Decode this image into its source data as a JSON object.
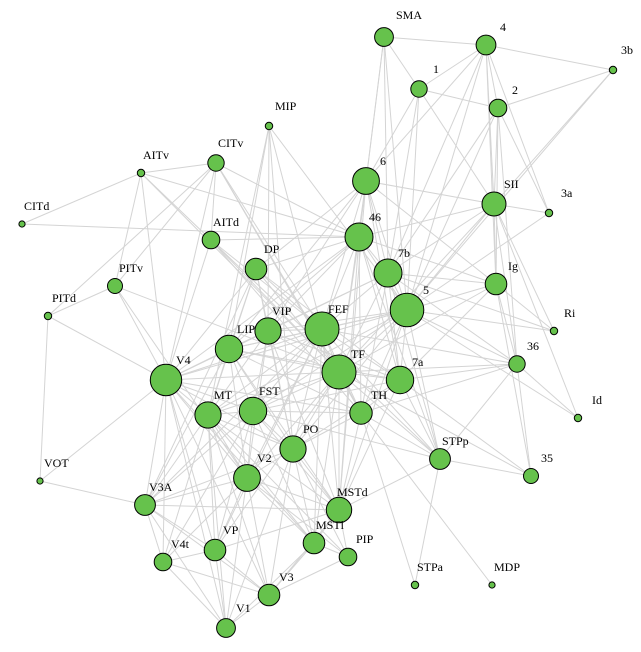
{
  "colors": {
    "node_fill": "#66c24c",
    "node_stroke": "#000000",
    "edge": "#d4d4d4",
    "label": "#000000"
  },
  "nodes": [
    {
      "id": "SMA",
      "label": "SMA",
      "degree": 6
    },
    {
      "id": "4",
      "label": "4",
      "degree": 7
    },
    {
      "id": "3b",
      "label": "3b",
      "degree": 2
    },
    {
      "id": "1",
      "label": "1",
      "degree": 4
    },
    {
      "id": "2",
      "label": "2",
      "degree": 5
    },
    {
      "id": "MIP",
      "label": "MIP",
      "degree": 2
    },
    {
      "id": "6",
      "label": "6",
      "degree": 16
    },
    {
      "id": "SII",
      "label": "SII",
      "degree": 12
    },
    {
      "id": "3a",
      "label": "3a",
      "degree": 2
    },
    {
      "id": "AITv",
      "label": "AITv",
      "degree": 2
    },
    {
      "id": "CITv",
      "label": "CITv",
      "degree": 4
    },
    {
      "id": "CITd",
      "label": "CITd",
      "degree": 1
    },
    {
      "id": "AITd",
      "label": "AITd",
      "degree": 5
    },
    {
      "id": "46",
      "label": "46",
      "degree": 18
    },
    {
      "id": "DP",
      "label": "DP",
      "degree": 9
    },
    {
      "id": "7b",
      "label": "7b",
      "degree": 18
    },
    {
      "id": "Ig",
      "label": "Ig",
      "degree": 9
    },
    {
      "id": "PITv",
      "label": "PITv",
      "degree": 3
    },
    {
      "id": "PITd",
      "label": "PITd",
      "degree": 2
    },
    {
      "id": "5",
      "label": "5",
      "degree": 28
    },
    {
      "id": "Ri",
      "label": "Ri",
      "degree": 2
    },
    {
      "id": "VIP",
      "label": "VIP",
      "degree": 15
    },
    {
      "id": "FEF",
      "label": "FEF",
      "degree": 30
    },
    {
      "id": "LIP",
      "label": "LIP",
      "degree": 17
    },
    {
      "id": "36",
      "label": "36",
      "degree": 4
    },
    {
      "id": "V4",
      "label": "V4",
      "degree": 24
    },
    {
      "id": "TF",
      "label": "TF",
      "degree": 29
    },
    {
      "id": "7a",
      "label": "7a",
      "degree": 17
    },
    {
      "id": "MT",
      "label": "MT",
      "degree": 15
    },
    {
      "id": "FST",
      "label": "FST",
      "degree": 17
    },
    {
      "id": "TH",
      "label": "TH",
      "degree": 10
    },
    {
      "id": "Id",
      "label": "Id",
      "degree": 2
    },
    {
      "id": "PO",
      "label": "PO",
      "degree": 15
    },
    {
      "id": "STPp",
      "label": "STPp",
      "degree": 8
    },
    {
      "id": "VOT",
      "label": "VOT",
      "degree": 1
    },
    {
      "id": "V2",
      "label": "V2",
      "degree": 16
    },
    {
      "id": "35",
      "label": "35",
      "degree": 3
    },
    {
      "id": "V3A",
      "label": "V3A",
      "degree": 8
    },
    {
      "id": "MSTd",
      "label": "MSTd",
      "degree": 14
    },
    {
      "id": "MSTl",
      "label": "MSTl",
      "degree": 9
    },
    {
      "id": "V4t",
      "label": "V4t",
      "degree": 5
    },
    {
      "id": "VP",
      "label": "VP",
      "degree": 9
    },
    {
      "id": "PIP",
      "label": "PIP",
      "degree": 5
    },
    {
      "id": "STPa",
      "label": "STPa",
      "degree": 2
    },
    {
      "id": "MDP",
      "label": "MDP",
      "degree": 1
    },
    {
      "id": "V3",
      "label": "V3",
      "degree": 9
    },
    {
      "id": "V1",
      "label": "V1",
      "degree": 6
    }
  ],
  "edges": [
    [
      "SMA",
      "6"
    ],
    [
      "SMA",
      "5"
    ],
    [
      "SMA",
      "7b"
    ],
    [
      "SMA",
      "46"
    ],
    [
      "SMA",
      "4"
    ],
    [
      "SMA",
      "1"
    ],
    [
      "4",
      "1"
    ],
    [
      "4",
      "2"
    ],
    [
      "4",
      "3b"
    ],
    [
      "4",
      "SII"
    ],
    [
      "4",
      "5"
    ],
    [
      "4",
      "7b"
    ],
    [
      "4",
      "6"
    ],
    [
      "4",
      "3a"
    ],
    [
      "4",
      "Ig"
    ],
    [
      "3b",
      "2"
    ],
    [
      "3b",
      "SII"
    ],
    [
      "3b",
      "5"
    ],
    [
      "1",
      "2"
    ],
    [
      "1",
      "5"
    ],
    [
      "1",
      "7b"
    ],
    [
      "1",
      "SII"
    ],
    [
      "1",
      "6"
    ],
    [
      "2",
      "5"
    ],
    [
      "2",
      "SII"
    ],
    [
      "2",
      "7b"
    ],
    [
      "2",
      "Ig"
    ],
    [
      "2",
      "36"
    ],
    [
      "2",
      "3a"
    ],
    [
      "3a",
      "SII"
    ],
    [
      "3a",
      "5"
    ],
    [
      "MIP",
      "LIP"
    ],
    [
      "MIP",
      "5"
    ],
    [
      "MIP",
      "VIP"
    ],
    [
      "MIP",
      "FEF"
    ],
    [
      "MIP",
      "PO"
    ],
    [
      "MIP",
      "MT"
    ],
    [
      "6",
      "46"
    ],
    [
      "6",
      "7b"
    ],
    [
      "6",
      "5"
    ],
    [
      "6",
      "FEF"
    ],
    [
      "6",
      "LIP"
    ],
    [
      "6",
      "VIP"
    ],
    [
      "6",
      "TF"
    ],
    [
      "6",
      "7a"
    ],
    [
      "6",
      "SII"
    ],
    [
      "6",
      "Ig"
    ],
    [
      "6",
      "DP"
    ],
    [
      "6",
      "MSTd"
    ],
    [
      "SII",
      "7b"
    ],
    [
      "SII",
      "5"
    ],
    [
      "SII",
      "Ig"
    ],
    [
      "SII",
      "Ri"
    ],
    [
      "SII",
      "36"
    ],
    [
      "SII",
      "Id"
    ],
    [
      "SII",
      "46"
    ],
    [
      "SII",
      "TF"
    ],
    [
      "AITv",
      "CITv"
    ],
    [
      "AITv",
      "PITv"
    ],
    [
      "AITv",
      "V4"
    ],
    [
      "AITv",
      "AITd"
    ],
    [
      "AITv",
      "TF"
    ],
    [
      "AITv",
      "CITd"
    ],
    [
      "AITv",
      "46"
    ],
    [
      "CITv",
      "PITv"
    ],
    [
      "CITv",
      "V4"
    ],
    [
      "CITv",
      "AITd"
    ],
    [
      "CITv",
      "TF"
    ],
    [
      "CITv",
      "FEF"
    ],
    [
      "CITv",
      "46"
    ],
    [
      "CITv",
      "TH"
    ],
    [
      "CITv",
      "PITd"
    ],
    [
      "CITd",
      "46"
    ],
    [
      "AITd",
      "TF"
    ],
    [
      "AITd",
      "FEF"
    ],
    [
      "AITd",
      "V4"
    ],
    [
      "AITd",
      "46"
    ],
    [
      "AITd",
      "TH"
    ],
    [
      "AITd",
      "STPp"
    ],
    [
      "46",
      "7b"
    ],
    [
      "46",
      "5"
    ],
    [
      "46",
      "FEF"
    ],
    [
      "46",
      "LIP"
    ],
    [
      "46",
      "TF"
    ],
    [
      "46",
      "7a"
    ],
    [
      "46",
      "VIP"
    ],
    [
      "46",
      "DP"
    ],
    [
      "46",
      "TH"
    ],
    [
      "46",
      "MSTd"
    ],
    [
      "46",
      "STPp"
    ],
    [
      "46",
      "Ig"
    ],
    [
      "46",
      "V4"
    ],
    [
      "DP",
      "LIP"
    ],
    [
      "DP",
      "FEF"
    ],
    [
      "DP",
      "VIP"
    ],
    [
      "DP",
      "7a"
    ],
    [
      "DP",
      "V4"
    ],
    [
      "DP",
      "TF"
    ],
    [
      "DP",
      "PO"
    ],
    [
      "DP",
      "MT"
    ],
    [
      "DP",
      "V3A"
    ],
    [
      "7b",
      "5"
    ],
    [
      "7b",
      "FEF"
    ],
    [
      "7b",
      "TF"
    ],
    [
      "7b",
      "Ig"
    ],
    [
      "7b",
      "7a"
    ],
    [
      "7b",
      "LIP"
    ],
    [
      "7b",
      "VIP"
    ],
    [
      "7b",
      "36"
    ],
    [
      "7b",
      "Ri"
    ],
    [
      "7b",
      "TH"
    ],
    [
      "7b",
      "STPp"
    ],
    [
      "Ig",
      "5"
    ],
    [
      "Ig",
      "36"
    ],
    [
      "Ig",
      "Ri"
    ],
    [
      "Ig",
      "35"
    ],
    [
      "Ig",
      "TF"
    ],
    [
      "Ig",
      "7a"
    ],
    [
      "PITv",
      "V4"
    ],
    [
      "PITv",
      "TF"
    ],
    [
      "PITv",
      "PITd"
    ],
    [
      "PITv",
      "V2"
    ],
    [
      "PITd",
      "V4"
    ],
    [
      "PITd",
      "VOT"
    ],
    [
      "5",
      "FEF"
    ],
    [
      "5",
      "TF"
    ],
    [
      "5",
      "VIP"
    ],
    [
      "5",
      "LIP"
    ],
    [
      "5",
      "7a"
    ],
    [
      "5",
      "36"
    ],
    [
      "5",
      "TH"
    ],
    [
      "5",
      "MT"
    ],
    [
      "5",
      "FST"
    ],
    [
      "5",
      "Ri"
    ],
    [
      "5",
      "Id"
    ],
    [
      "5",
      "PO"
    ],
    [
      "5",
      "STPp"
    ],
    [
      "5",
      "MSTd"
    ],
    [
      "5",
      "V4"
    ],
    [
      "VIP",
      "LIP"
    ],
    [
      "VIP",
      "FEF"
    ],
    [
      "VIP",
      "TF"
    ],
    [
      "VIP",
      "MT"
    ],
    [
      "VIP",
      "FST"
    ],
    [
      "VIP",
      "V4"
    ],
    [
      "VIP",
      "PO"
    ],
    [
      "VIP",
      "MSTd"
    ],
    [
      "VIP",
      "7a"
    ],
    [
      "VIP",
      "V2"
    ],
    [
      "FEF",
      "LIP"
    ],
    [
      "FEF",
      "TF"
    ],
    [
      "FEF",
      "7a"
    ],
    [
      "FEF",
      "V4"
    ],
    [
      "FEF",
      "MT"
    ],
    [
      "FEF",
      "FST"
    ],
    [
      "FEF",
      "TH"
    ],
    [
      "FEF",
      "PO"
    ],
    [
      "FEF",
      "V2"
    ],
    [
      "FEF",
      "MSTd"
    ],
    [
      "FEF",
      "MSTl"
    ],
    [
      "FEF",
      "STPp"
    ],
    [
      "FEF",
      "V3A"
    ],
    [
      "FEF",
      "36"
    ],
    [
      "FEF",
      "VP"
    ],
    [
      "LIP",
      "V4"
    ],
    [
      "LIP",
      "MT"
    ],
    [
      "LIP",
      "FST"
    ],
    [
      "LIP",
      "TF"
    ],
    [
      "LIP",
      "7a"
    ],
    [
      "LIP",
      "PO"
    ],
    [
      "LIP",
      "V2"
    ],
    [
      "LIP",
      "V3A"
    ],
    [
      "LIP",
      "MSTd"
    ],
    [
      "LIP",
      "TH"
    ],
    [
      "36",
      "TF"
    ],
    [
      "36",
      "TH"
    ],
    [
      "36",
      "35"
    ],
    [
      "36",
      "Id"
    ],
    [
      "V4",
      "MT"
    ],
    [
      "V4",
      "FST"
    ],
    [
      "V4",
      "TF"
    ],
    [
      "V4",
      "V2"
    ],
    [
      "V4",
      "V3A"
    ],
    [
      "V4",
      "V4t"
    ],
    [
      "V4",
      "VP"
    ],
    [
      "V4",
      "V3"
    ],
    [
      "V4",
      "V1"
    ],
    [
      "V4",
      "PO"
    ],
    [
      "V4",
      "TH"
    ],
    [
      "V4",
      "VOT"
    ],
    [
      "V4",
      "MSTl"
    ],
    [
      "TF",
      "7a"
    ],
    [
      "TF",
      "MT"
    ],
    [
      "TF",
      "FST"
    ],
    [
      "TF",
      "TH"
    ],
    [
      "TF",
      "PO"
    ],
    [
      "TF",
      "STPp"
    ],
    [
      "TF",
      "V2"
    ],
    [
      "TF",
      "MSTd"
    ],
    [
      "TF",
      "35"
    ],
    [
      "TF",
      "VP"
    ],
    [
      "TF",
      "MSTl"
    ],
    [
      "7a",
      "FST"
    ],
    [
      "7a",
      "TH"
    ],
    [
      "7a",
      "STPp"
    ],
    [
      "7a",
      "MSTd"
    ],
    [
      "7a",
      "PO"
    ],
    [
      "7a",
      "36"
    ],
    [
      "7a",
      "35"
    ],
    [
      "MT",
      "FST"
    ],
    [
      "MT",
      "V2"
    ],
    [
      "MT",
      "V3A"
    ],
    [
      "MT",
      "PO"
    ],
    [
      "MT",
      "MSTd"
    ],
    [
      "MT",
      "MSTl"
    ],
    [
      "MT",
      "V4t"
    ],
    [
      "MT",
      "V1"
    ],
    [
      "MT",
      "V3"
    ],
    [
      "MT",
      "VP"
    ],
    [
      "MT",
      "PIP"
    ],
    [
      "FST",
      "PO"
    ],
    [
      "FST",
      "MSTd"
    ],
    [
      "FST",
      "MSTl"
    ],
    [
      "FST",
      "V2"
    ],
    [
      "FST",
      "TH"
    ],
    [
      "FST",
      "V3A"
    ],
    [
      "FST",
      "V4t"
    ],
    [
      "FST",
      "STPp"
    ],
    [
      "FST",
      "VP"
    ],
    [
      "TH",
      "STPp"
    ],
    [
      "TH",
      "PO"
    ],
    [
      "TH",
      "MSTd"
    ],
    [
      "TH",
      "STPa"
    ],
    [
      "TH",
      "MDP"
    ],
    [
      "PO",
      "V2"
    ],
    [
      "PO",
      "V3A"
    ],
    [
      "PO",
      "MSTd"
    ],
    [
      "PO",
      "MSTl"
    ],
    [
      "PO",
      "PIP"
    ],
    [
      "PO",
      "V3"
    ],
    [
      "PO",
      "V1"
    ],
    [
      "STPp",
      "MSTd"
    ],
    [
      "STPp",
      "STPa"
    ],
    [
      "STPp",
      "35"
    ],
    [
      "STPp",
      "36"
    ],
    [
      "V2",
      "V3A"
    ],
    [
      "V2",
      "V4t"
    ],
    [
      "V2",
      "VP"
    ],
    [
      "V2",
      "V3"
    ],
    [
      "V2",
      "V1"
    ],
    [
      "V2",
      "MSTd"
    ],
    [
      "V2",
      "MSTl"
    ],
    [
      "V2",
      "PIP"
    ],
    [
      "V3A",
      "V4t"
    ],
    [
      "V3A",
      "VP"
    ],
    [
      "V3A",
      "V3"
    ],
    [
      "V3A",
      "V1"
    ],
    [
      "V3A",
      "VOT"
    ],
    [
      "V3A",
      "MSTd"
    ],
    [
      "MSTd",
      "MSTl"
    ],
    [
      "MSTd",
      "PIP"
    ],
    [
      "MSTd",
      "V3"
    ],
    [
      "MSTd",
      "VP"
    ],
    [
      "MSTl",
      "PIP"
    ],
    [
      "MSTl",
      "V3"
    ],
    [
      "V4t",
      "VP"
    ],
    [
      "V4t",
      "V1"
    ],
    [
      "V4t",
      "V3"
    ],
    [
      "VP",
      "V3"
    ],
    [
      "VP",
      "V1"
    ],
    [
      "PIP",
      "V3"
    ],
    [
      "V3",
      "V1"
    ],
    [
      "V1",
      "MSTl"
    ]
  ]
}
